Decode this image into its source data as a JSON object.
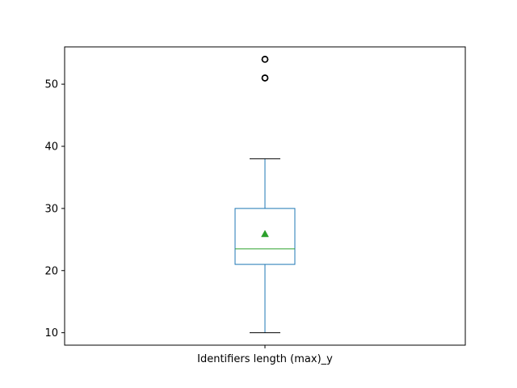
{
  "chart_data": {
    "type": "box",
    "title": "",
    "xlabel": "",
    "ylabel": "",
    "categories": [
      "Identifiers length (max)_y"
    ],
    "ylim": [
      8,
      56
    ],
    "yticks": [
      10,
      20,
      30,
      40,
      50
    ],
    "ytick_labels": [
      "10",
      "20",
      "30",
      "40",
      "50"
    ],
    "boxes": [
      {
        "name": "Identifiers length (max)_y",
        "whisker_low": 10,
        "q1": 21,
        "median": 23.5,
        "q3": 30,
        "whisker_high": 38,
        "mean": 25.9,
        "outliers": [
          51,
          51,
          51,
          54,
          54,
          54
        ]
      }
    ],
    "grid": false,
    "legend": "none"
  },
  "colors": {
    "box": "#1f77b4",
    "median": "#2ca02c",
    "mean": "#2ca02c",
    "whisker_cap": "#000000",
    "outlier": "#000000",
    "axes": "#000000"
  }
}
